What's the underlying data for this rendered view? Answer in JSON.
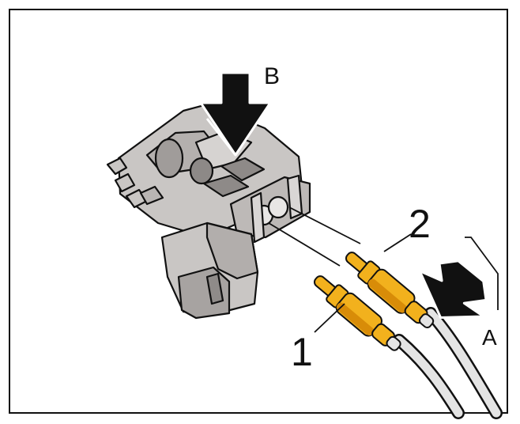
{
  "diagram": {
    "labels": {
      "arrow_a": "A",
      "arrow_b": "B",
      "connector_1": "1",
      "connector_2": "2"
    },
    "colors": {
      "housing": "#c9c6c4",
      "housing_dark": "#9a9694",
      "pin": "#f2b11d",
      "pin_shade": "#d88c08",
      "cable": "#e4e4e4",
      "outline": "#111111",
      "arrow": "#111111"
    }
  }
}
